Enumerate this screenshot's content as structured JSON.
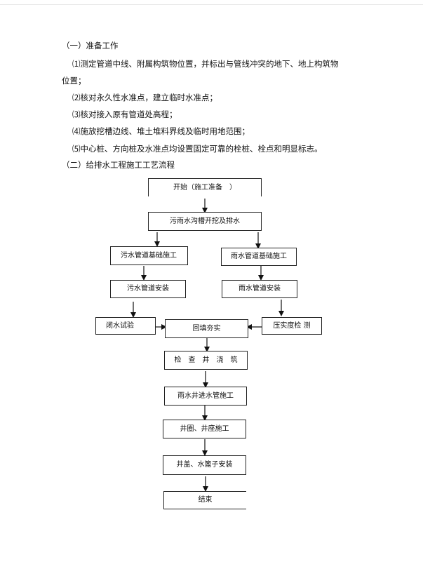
{
  "doc": {
    "section1_title": "（一）准备工作",
    "items": [
      "⑴测定管道中线、附属构筑物位置，并标出与管线冲突的地下、地上构筑物",
      "位置；",
      "⑵核对永久性水准点，建立临时水准点；",
      "⑶核对接入原有管道处高程；",
      "⑷施放挖槽边线、堆土堆料界线及临时用地范围；",
      "⑸中心桩、方向桩及水准点均设置固定可靠的栓桩、栓点和明显标志。"
    ],
    "section2_title": "（二）给排水工程施工工艺流程"
  },
  "flow": {
    "start": "开始（施工准备　）",
    "excavation": "污雨水沟槽开挖及排水",
    "sewage_foundation": "污水管道基础施工",
    "rain_foundation": "雨水管道基础施工",
    "sewage_install": "污水管道安装",
    "rain_install": "雨水管道安装",
    "closed_water_test": "闭水试验",
    "backfill": "回填夯实",
    "compaction_test": "压实度检 测",
    "well_pour": "检　查　井　浇　筑",
    "rain_inlet": "雨水井进水管施工",
    "well_ring": "井圈、井座施工",
    "well_cover": "井盖、水篦子安装",
    "end": "结束"
  }
}
